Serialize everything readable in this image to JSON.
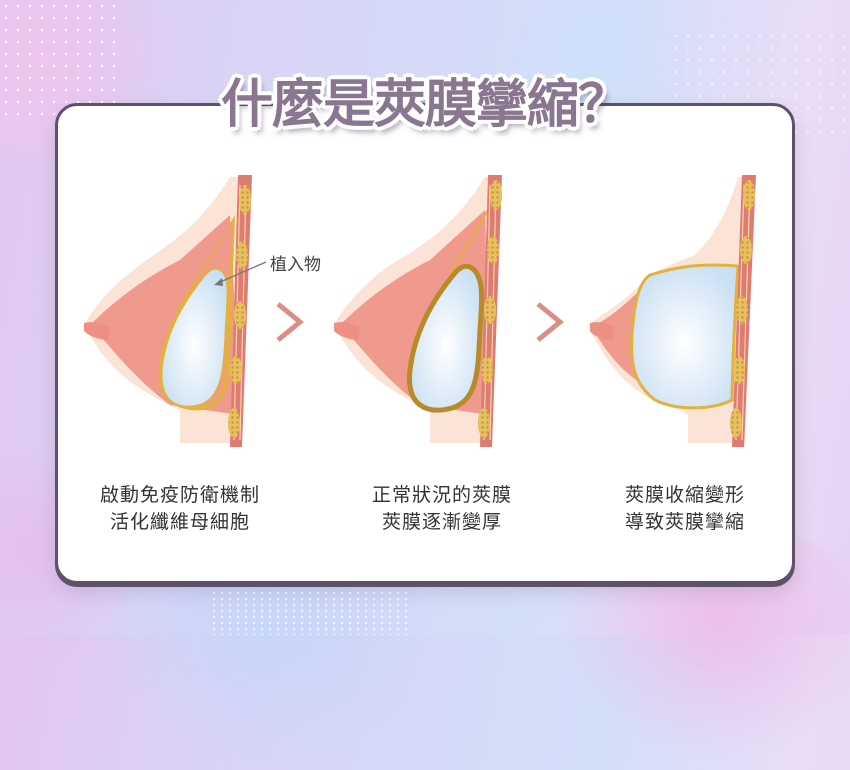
{
  "title": "什麼是莢膜攣縮？",
  "annotation": {
    "implant_label": "植入物"
  },
  "stages": [
    {
      "caption_line1": "啟動免疫防衛機制",
      "caption_line2": "活化纖維母細胞",
      "capsule": "thin"
    },
    {
      "caption_line1": "正常狀況的莢膜",
      "caption_line2": "莢膜逐漸變厚",
      "capsule": "thick"
    },
    {
      "caption_line1": "莢膜收縮變形",
      "caption_line2": "導致莢膜攣縮",
      "capsule": "contracted"
    }
  ],
  "icons": {
    "stage_separator": "chevron-right-icon"
  },
  "colors": {
    "title": "#8a7690",
    "card_border": "#5f5168",
    "skin": "#fbe4d6",
    "gland": "#ef9a8c",
    "muscle": "#de7b72",
    "capsule": "#e3b23c",
    "capsule_thick": "#b78a2a",
    "implant": "#d6e8f7",
    "chevron": "#d98e86"
  }
}
